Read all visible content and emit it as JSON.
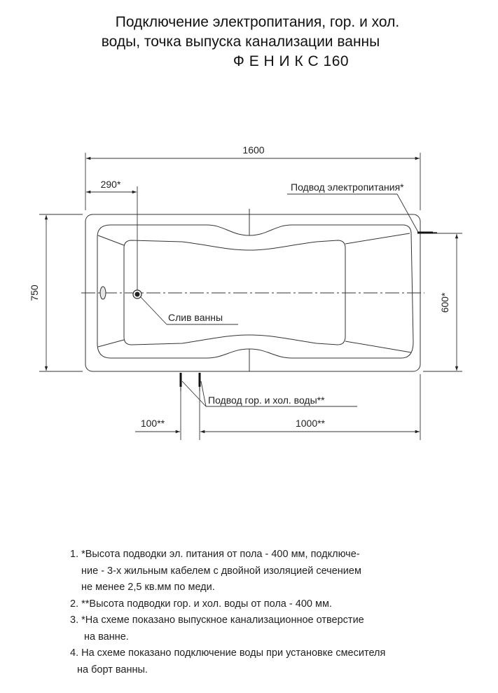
{
  "title": {
    "line1": "Подключение электропитания, гор. и хол.",
    "line2": "воды, точка выпуска канализации ванны",
    "line3": "Ф Е Н И К С 160"
  },
  "dimensions": {
    "length": "1600",
    "width": "750",
    "drain_offset": "290*",
    "power_height": "600*",
    "water_offset_left": "100**",
    "water_offset_right": "1000**"
  },
  "labels": {
    "power": "Подвод электропитания*",
    "drain": "Слив ванны",
    "water": "Подвод гор. и хол. воды**"
  },
  "notes": [
    "1. *Высота подводки эл. питания от пола - 400 мм, подключе-",
    "ние - 3-х жильным кабелем с двойной изоляцией сечением",
    "не менее 2,5 кв.мм по меди.",
    "2. **Высота подводки гор. и хол. воды от пола - 400 мм.",
    "3. *На схеме показано выпускное канализационное отверстие",
    "на ванне.",
    "4. На схеме показано подключение воды при установке смесителя",
    "на борт ванны."
  ]
}
